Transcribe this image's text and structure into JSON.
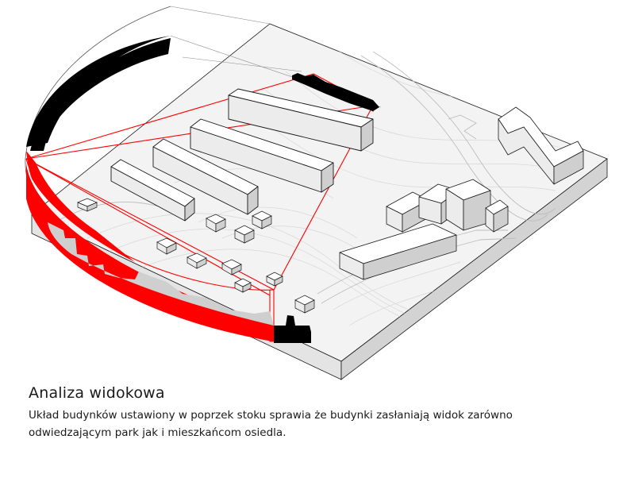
{
  "diagram": {
    "kind": "axonometric view analysis",
    "colors": {
      "background": "#ffffff",
      "terrain_top": "#f3f3f3",
      "terrain_side_left": "#e4e4e4",
      "terrain_side_right": "#d3d3d3",
      "building_top": "#ffffff",
      "building_side_light": "#ececec",
      "building_side_dark": "#cfcfcf",
      "view_accent": "#ff0000",
      "obstructed_view": "#000000",
      "contour_lines": "#d7d7d7",
      "outline": "#1a1a1a"
    }
  },
  "caption": {
    "title": "Analiza widokowa",
    "description_line1": "Układ budynków ustawiony w poprzek stoku sprawia że budynki zasłaniają widok zarówno",
    "description_line2": "odwiedzającym park jak i  mieszkańcom osiedla."
  }
}
